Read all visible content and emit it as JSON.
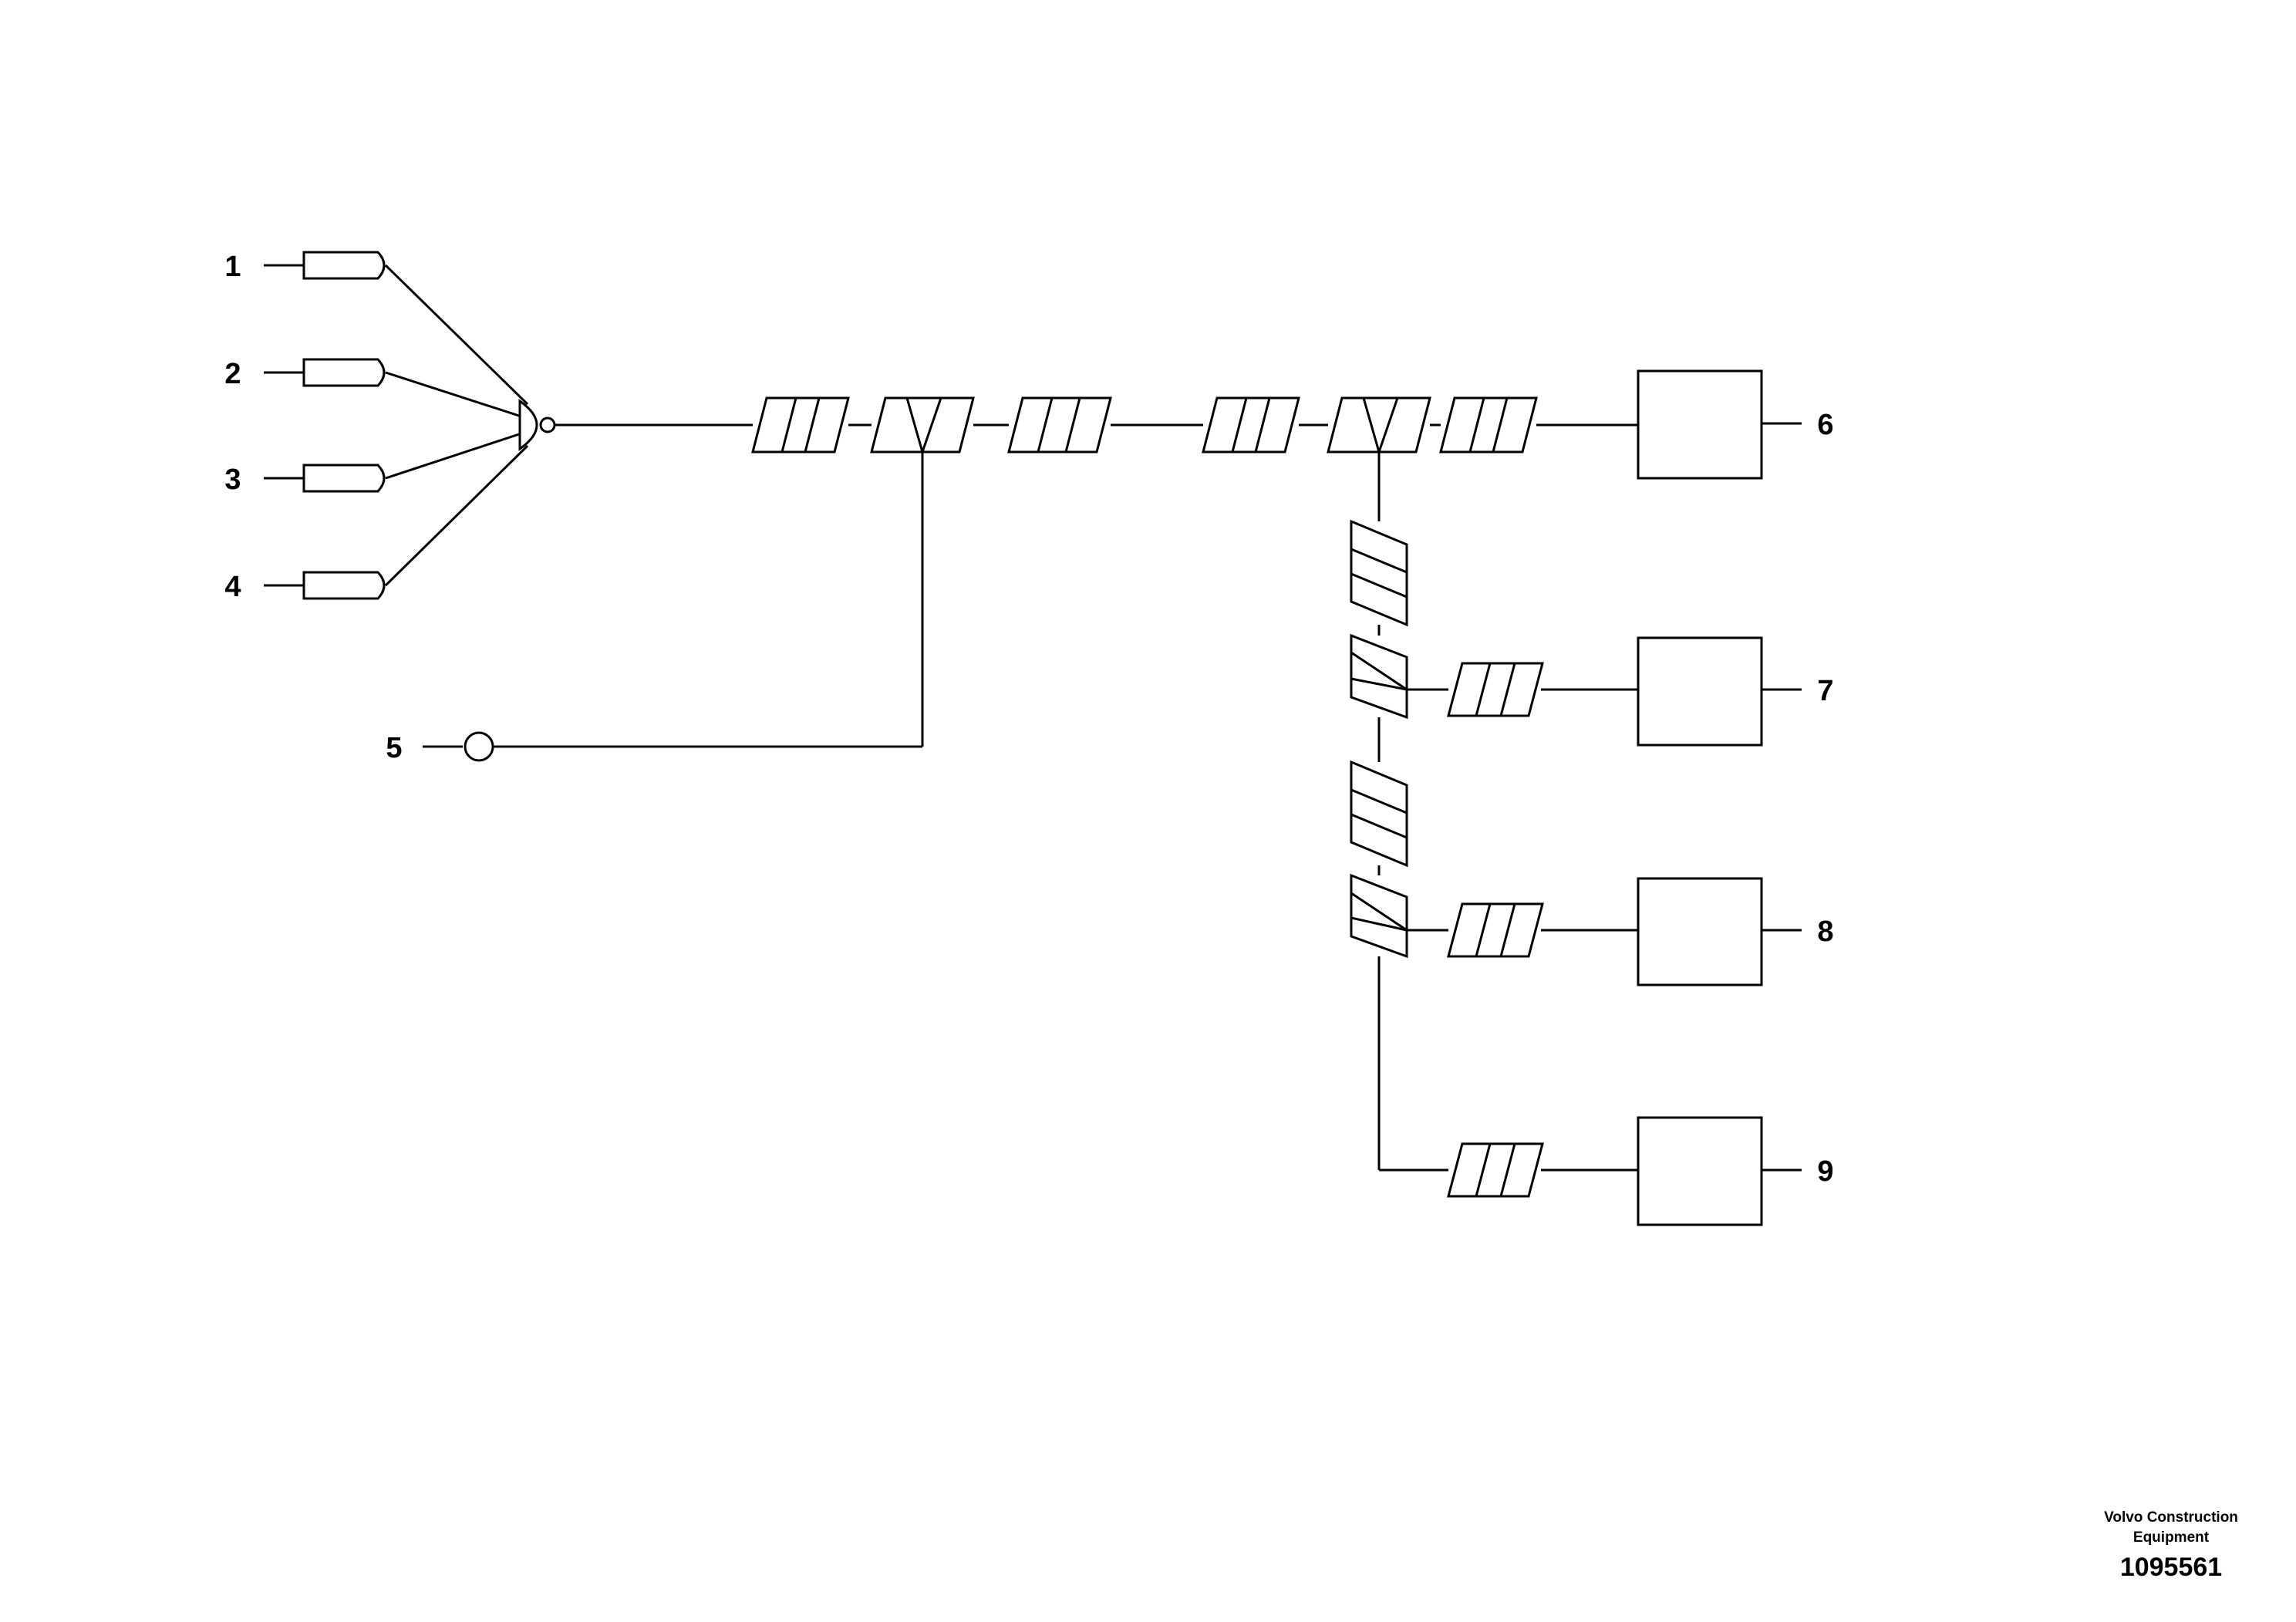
{
  "callouts": {
    "n1": "1",
    "n2": "2",
    "n3": "3",
    "n4": "4",
    "n5": "5",
    "n6": "6",
    "n7": "7",
    "n8": "8",
    "n9": "9"
  },
  "footer": {
    "company": "Volvo Construction Equipment",
    "doc_number": "1095561"
  }
}
